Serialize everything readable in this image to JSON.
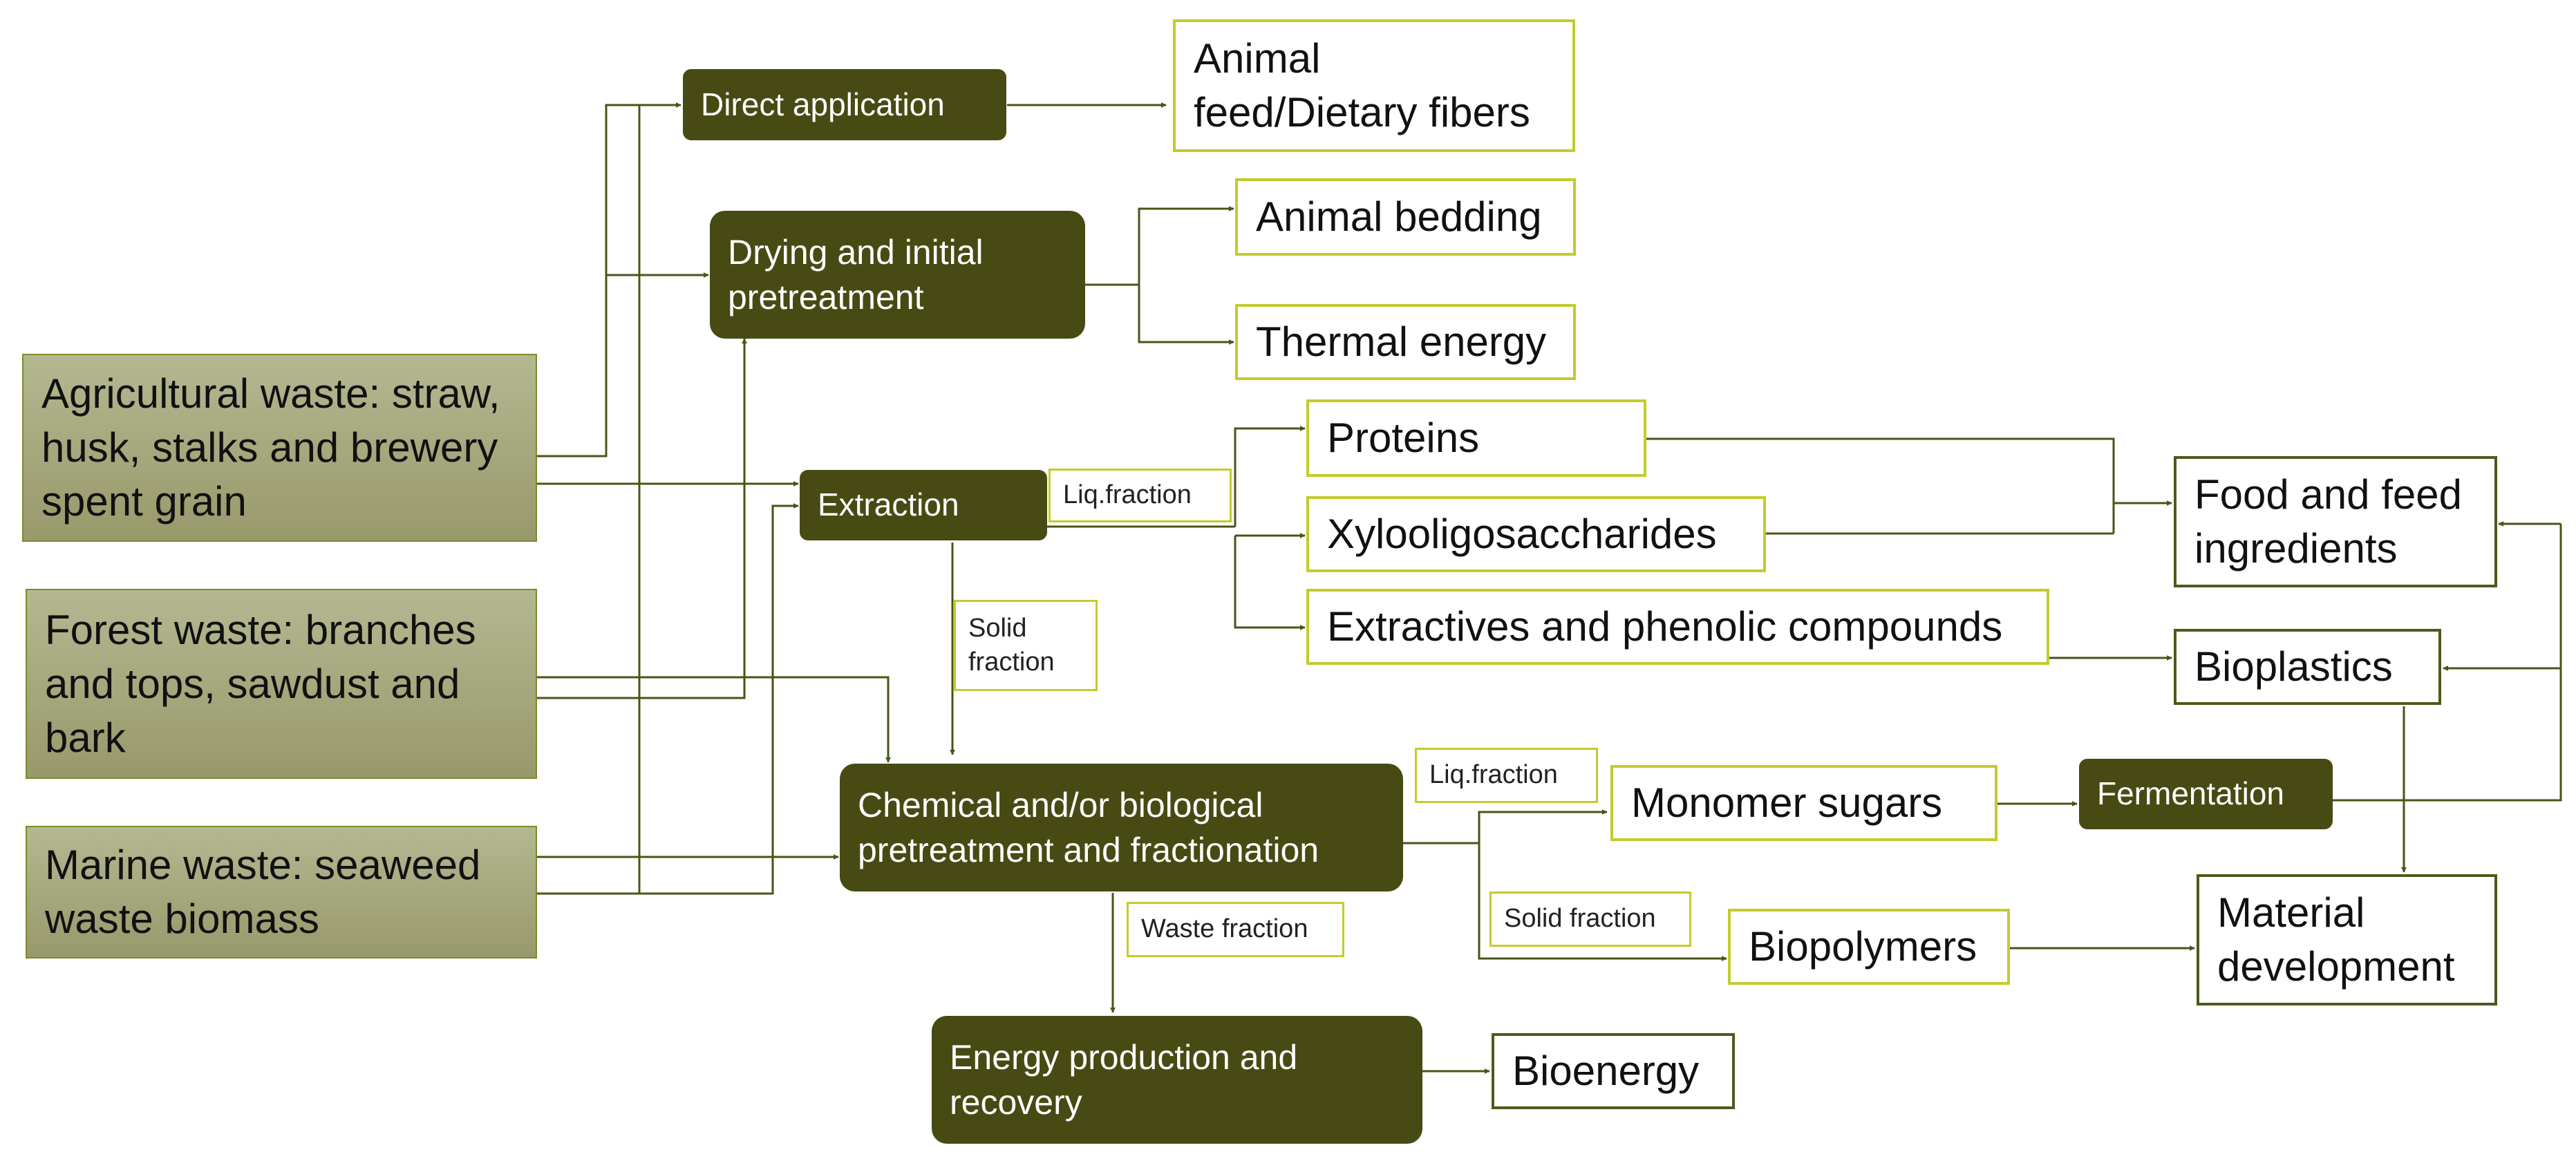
{
  "sources": {
    "agricultural": "Agricultural waste: straw, husk, stalks and brewery spent grain",
    "forest": "Forest waste: branches and tops, sawdust and bark",
    "marine": "Marine waste: seaweed waste biomass"
  },
  "processes": {
    "direct_application": "Direct application",
    "drying": "Drying and initial pretreatment",
    "extraction": "Extraction",
    "chemical": "Chemical and/or biological pretreatment and fractionation",
    "energy": "Energy production and recovery",
    "fermentation": "Fermentation"
  },
  "products": {
    "animal_feed": "Animal\nfeed/Dietary fibers",
    "animal_bedding": "Animal bedding",
    "thermal_energy": "Thermal energy",
    "proteins": "Proteins",
    "xylooligosaccharides": "Xylooligosaccharides",
    "extractives": "Extractives and phenolic compounds",
    "food_feed": "Food and feed ingredients",
    "bioplastics": "Bioplastics",
    "monomer_sugars": "Monomer sugars",
    "biopolymers": "Biopolymers",
    "material_development": "Material development",
    "bioenergy": "Bioenergy"
  },
  "labels": {
    "liq_fraction_1": "Liq.fraction",
    "solid_fraction_1": "Solid\nfraction",
    "liq_fraction_2": "Liq.fraction",
    "solid_fraction_2": "Solid fraction",
    "waste_fraction": "Waste fraction"
  },
  "colors": {
    "process_fill": "#474a13",
    "source_fill": "#a6a97e",
    "product_border": "#c3cb2c",
    "product_border_dark": "#4a5c1a",
    "connector": "#4a5416"
  }
}
